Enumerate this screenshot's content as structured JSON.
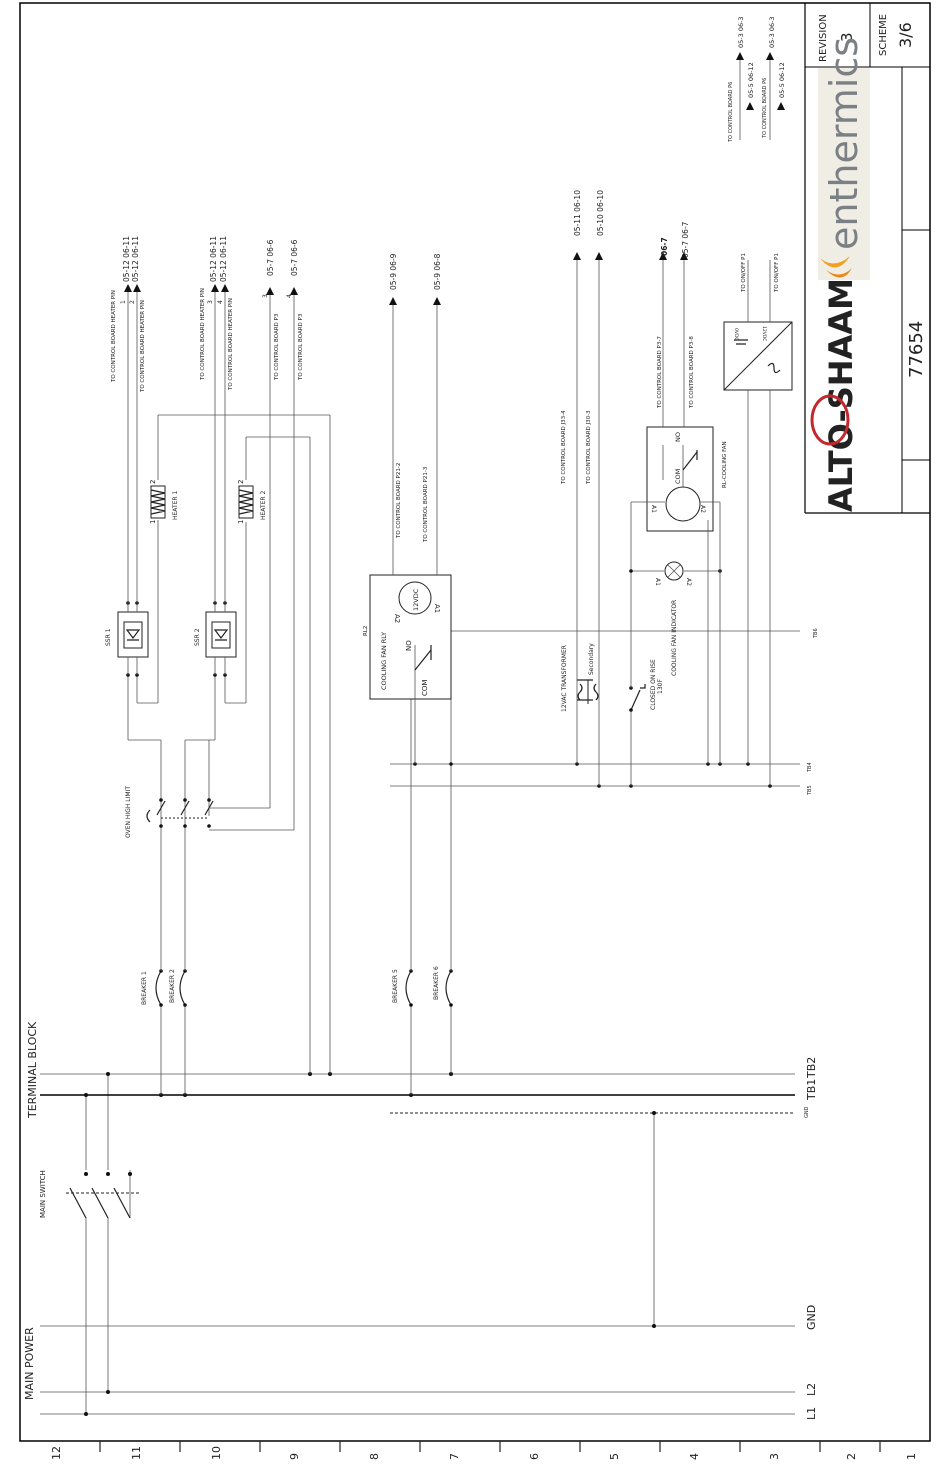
{
  "title_block": {
    "revision_label": "REVISION",
    "revision_value": "3",
    "scheme_label": "SCHEME",
    "scheme_value": "3/6",
    "drawing_number": "77654",
    "brand_alto": "ALTO-SHAAM",
    "brand_enthermics": "enthermics"
  },
  "border": {
    "row_numbers": [
      "12",
      "11",
      "10",
      "9",
      "8",
      "7",
      "6",
      "5",
      "4",
      "3",
      "2",
      "1"
    ]
  },
  "power": {
    "main_power": "MAIN POWER",
    "l1": "L1",
    "l2": "L2",
    "gnd": "GND",
    "main_switch": "MAIN SWITCH",
    "terminal_block": "TERMINAL BLOCK",
    "tb1": "TB1",
    "tb2": "TB2",
    "gnd_small": "GND"
  },
  "components": {
    "breaker1": "BREAKER 1",
    "breaker2": "BREAKER 2",
    "breaker5": "BREAKER 5",
    "breaker6": "BREAKER 6",
    "oven_high_limit": "OVEN HIGH LIMIT",
    "ssr1": "SSR 1",
    "ssr2": "SSR 2",
    "heater1": "HEATER 1",
    "heater2": "HEATER 2",
    "pin1": "1",
    "pin2": "2",
    "pin3": "3",
    "pin4": "4",
    "cooling_fan_rly": "COOLING FAN RLY",
    "rl2": "RL2",
    "no": "NO",
    "com": "COM",
    "a1": "A1",
    "a2": "A2",
    "v12": "12VDC",
    "transformer": "12VAC TRANSFORMER",
    "secondary": "Secondary",
    "closed_on_rise": "CLOSED ON RISE",
    "closed_on_rise_temp": "130F",
    "cooling_fan_indicator": "COOLING FAN INDICATOR",
    "rl_cooling_fan": "RL-COOLING FAN",
    "tb4": "TB4",
    "tb5": "TB5",
    "tb6": "TB6",
    "psu_in": "0VDC",
    "psu_out": "12VDC"
  },
  "connections": {
    "heater_pin": "TO CONTROL BOARD HEATER PIN",
    "ref_heater": "05-12  06-11",
    "to_p3": "TO CONTROL BOARD P3",
    "ref_p3_a": "05-7   06-6",
    "ref_p3_b": "05-7   06-6",
    "p21_2": "TO CONTROL BOARD P21-2",
    "p21_3": "TO CONTROL BOARD P21-3",
    "ref_p21_2": "05-9  06-9",
    "ref_p21_3": "05-9  06-8",
    "j33_4": "TO CONTROL BOARD J33-4",
    "j30_3": "TO CONTROL BOARD J30-3",
    "ref_j33": "05-11  06-10",
    "ref_j30": "05-10  06-10",
    "p3_7": "TO CONTROL BOARD P3-7",
    "p3_8": "TO CONTROL BOARD P3-8",
    "ref_p3_7": "06-7",
    "ref_p3_8": "05-7  06-7",
    "onoff_p1": "TO ON/OFF P1",
    "p6": "TO CONTROL BOARD P6",
    "ref_p6": "05-3  06-3",
    "ref_p6b": "05-5   06-12"
  }
}
